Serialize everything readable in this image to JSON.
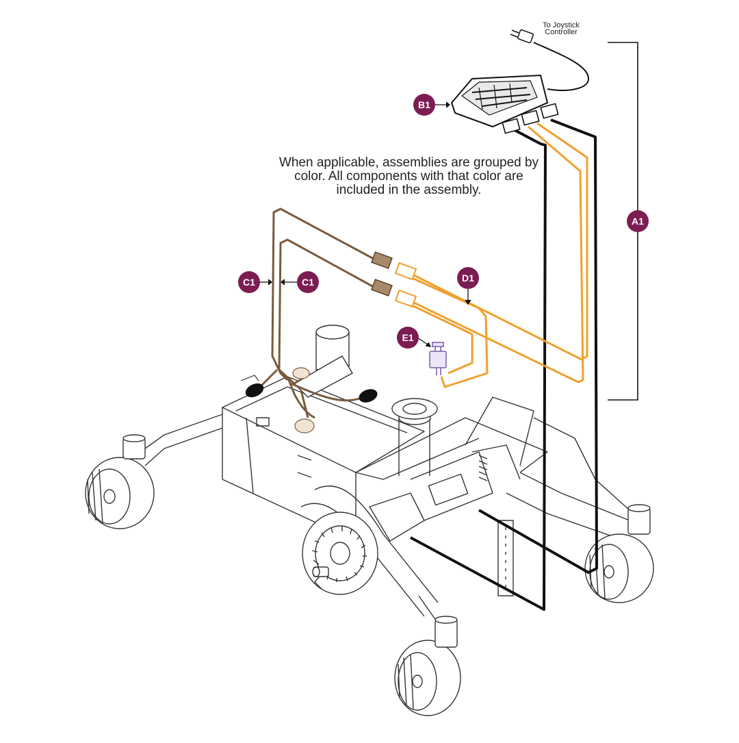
{
  "diagram": {
    "note": "When applicable, assemblies are grouped by color. All components with that color are included in the assembly.",
    "joystick_line1": "To Joystick",
    "joystick_line2": "Controller",
    "callouts": {
      "a1": "A1",
      "b1": "B1",
      "c1_left": "C1",
      "c1_right": "C1",
      "d1": "D1",
      "e1": "E1"
    },
    "colors": {
      "callout_fill": "#7b1d52",
      "assembly_orange": "#f0a02c",
      "assembly_brown": "#7a5a3c",
      "harness_black": "#111111",
      "frame_outline": "#333333"
    }
  }
}
